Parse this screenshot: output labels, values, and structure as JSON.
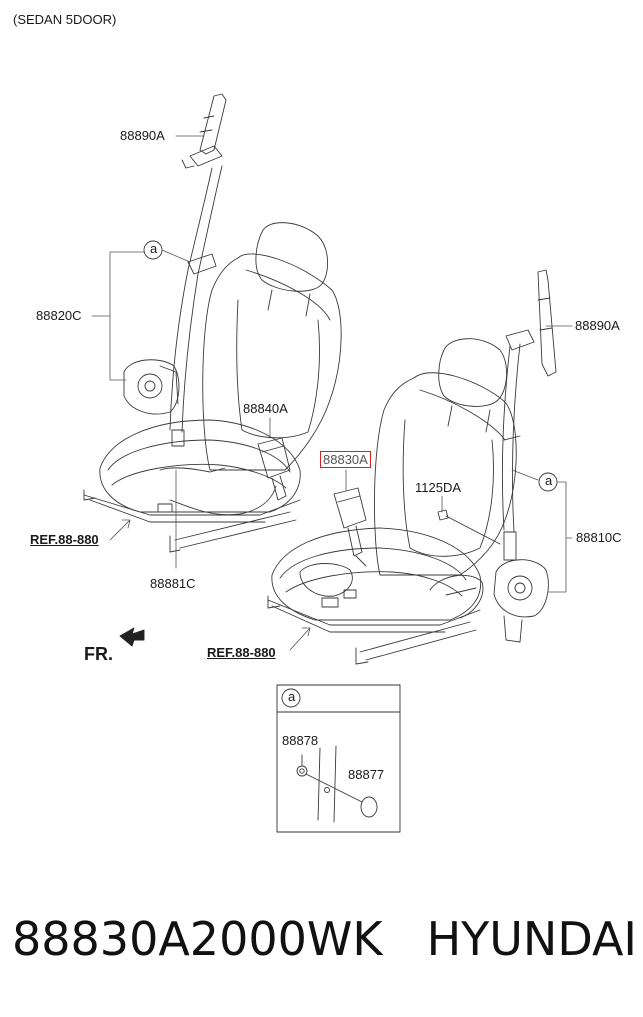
{
  "header": {
    "variant": "(SEDAN 5DOOR)"
  },
  "callouts": {
    "p_88890A_left": "88890A",
    "p_88820C": "88820C",
    "p_88840A": "88840A",
    "p_88830A": "88830A",
    "p_88890A_right": "88890A",
    "p_1125DA": "1125DA",
    "p_88810C": "88810C",
    "p_88881C": "88881C",
    "ref_left": "REF.88-880",
    "ref_right": "REF.88-880",
    "front_marker": "FR.",
    "detail_a_left": "a",
    "detail_a_right": "a",
    "detail_box_title": "a",
    "p_88878": "88878",
    "p_88877": "88877"
  },
  "caption": {
    "part_number": "88830A2000WK",
    "brand": "HYUNDAI"
  },
  "colors": {
    "line": "#3a3a3a",
    "highlight": "#d6201f",
    "text": "#111111"
  }
}
